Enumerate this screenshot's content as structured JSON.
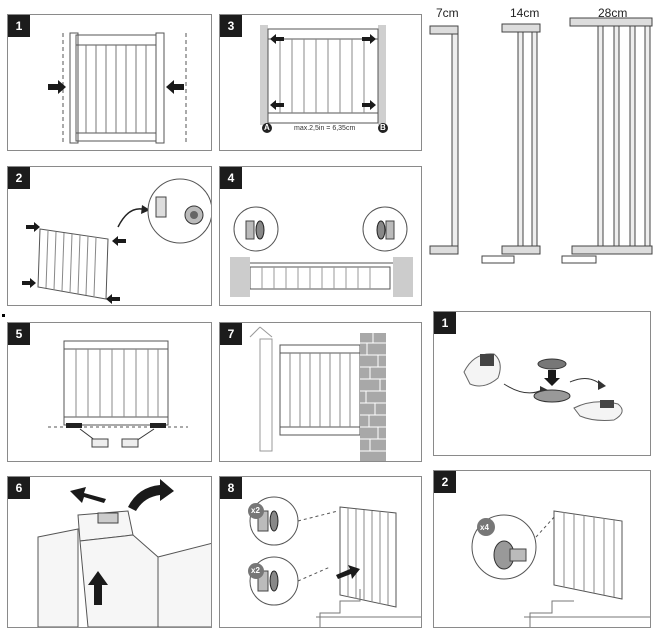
{
  "steps": {
    "s1": "1",
    "s2": "2",
    "s3": "3",
    "s4": "4",
    "s5": "5",
    "s6": "6",
    "s7": "7",
    "s8": "8",
    "alt1": "1",
    "alt2": "2"
  },
  "measure_caption": "max.2,5in = 6,35cm",
  "corner_a": "A",
  "corner_b": "B",
  "qty_x2_top": "x2",
  "qty_x2_bottom": "x2",
  "qty_x4": "x4",
  "extensions": [
    {
      "label": "7cm",
      "bars": 1
    },
    {
      "label": "14cm",
      "bars": 2
    },
    {
      "label": "28cm",
      "bars": 4
    }
  ]
}
